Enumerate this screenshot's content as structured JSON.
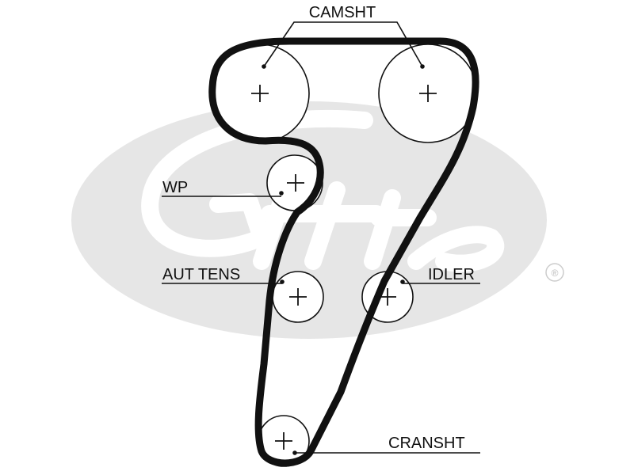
{
  "watermark": {
    "name": "Gates",
    "registered_mark": "®"
  },
  "labels": {
    "camshaft": "CAMSHT",
    "water_pump": "WP",
    "auto_tensioner": "AUT TENS",
    "idler": "IDLER",
    "crankshaft": "CRANSHT"
  },
  "colors": {
    "line": "#111111",
    "watermark": "#e6e6e6",
    "background": "#ffffff"
  }
}
